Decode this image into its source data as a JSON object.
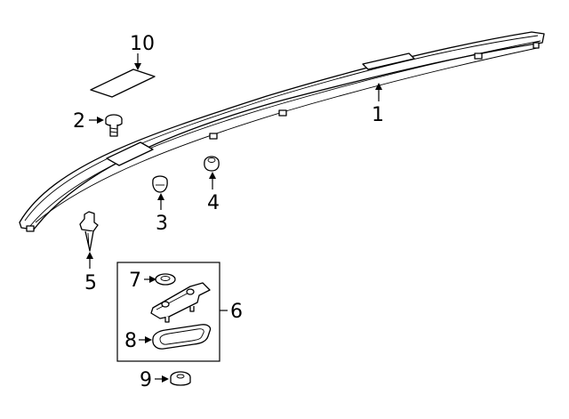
{
  "diagram": {
    "callouts": {
      "c1": "1",
      "c2": "2",
      "c3": "3",
      "c4": "4",
      "c5": "5",
      "c6": "6",
      "c7": "7",
      "c8": "8",
      "c9": "9",
      "c10": "10"
    },
    "colors": {
      "line": "#000000",
      "background": "#ffffff"
    }
  }
}
